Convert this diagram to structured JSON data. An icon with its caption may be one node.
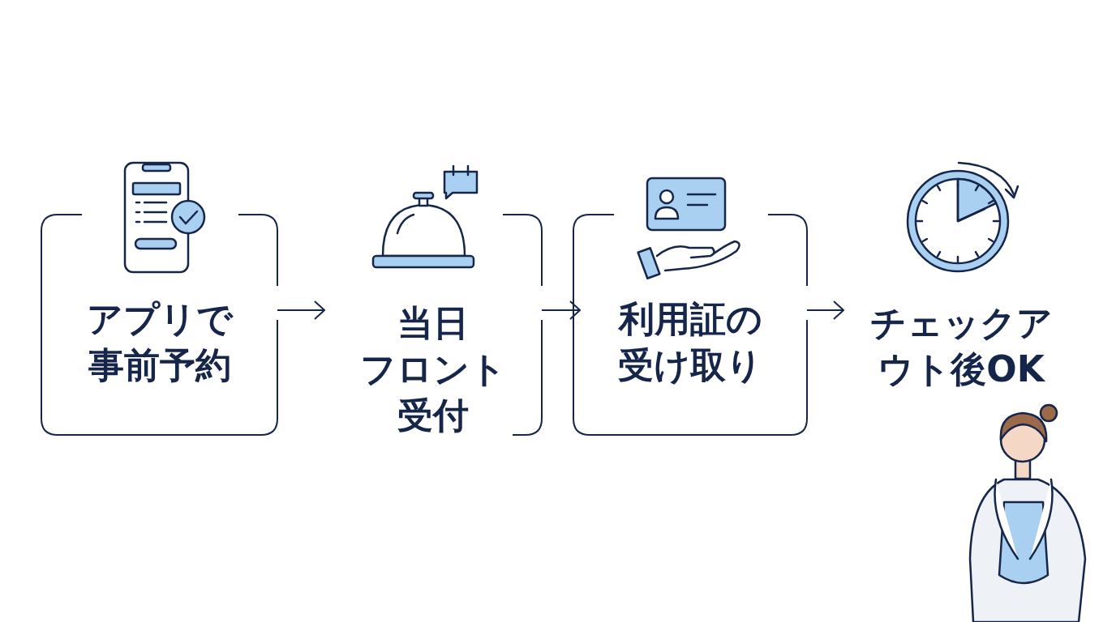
{
  "diagram": {
    "nodes": [
      {
        "text": [
          "アプリで事前予約"
        ]
      },
      {
        "text": [
          "当日フロント受付"
        ]
      },
      {
        "text": [
          "利用証の受け取り"
        ]
      },
      {
        "text": [
          "チェックアウト後OK"
        ]
      }
    ],
    "edges": [
      {
        "from": 0,
        "to": 1,
        "arrow": "to"
      },
      {
        "from": 1,
        "to": 2,
        "arrow": "to"
      },
      {
        "from": 2,
        "to": 3,
        "arrow": "to"
      }
    ]
  }
}
